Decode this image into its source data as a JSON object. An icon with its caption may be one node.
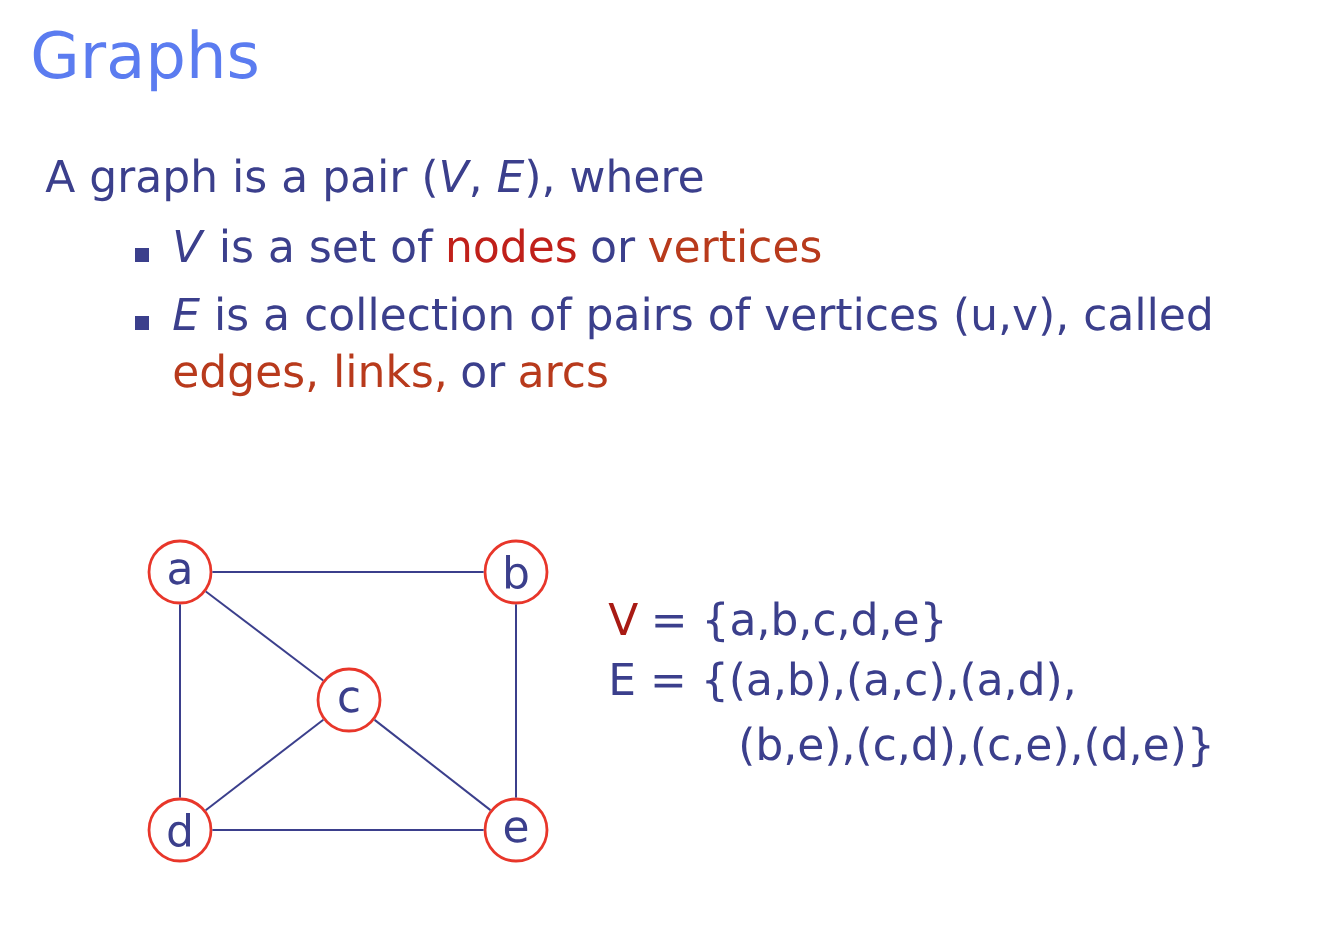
{
  "diagram": {
    "title": "Graphs",
    "nodes": [
      {
        "text": [
          "a"
        ]
      },
      {
        "text": [
          "b"
        ]
      },
      {
        "text": [
          "c"
        ]
      },
      {
        "text": [
          "d"
        ]
      },
      {
        "text": [
          "e"
        ]
      }
    ],
    "edges": [
      {
        "from": 0,
        "to": 1,
        "arrow": "none"
      },
      {
        "from": 0,
        "to": 2,
        "arrow": "none"
      },
      {
        "from": 0,
        "to": 3,
        "arrow": "none"
      },
      {
        "from": 1,
        "to": 4,
        "arrow": "none"
      },
      {
        "from": 2,
        "to": 3,
        "arrow": "none"
      },
      {
        "from": 2,
        "to": 4,
        "arrow": "none"
      },
      {
        "from": 3,
        "to": 4,
        "arrow": "none"
      }
    ],
    "labels": [
      "A graph is a pair (*V*, *E*), where",
      "*V* is a set of",
      "nodes",
      "or",
      "vertices",
      "*E* is a collection of pairs of vertices (u,v), called",
      "edges, links,",
      "or",
      "arcs",
      "V",
      "= {a,b,c,d,e}",
      "E = {(a,b),(a,c),(a,d),",
      "(b,e),(c,d),(c,e),(d,e)}"
    ]
  }
}
